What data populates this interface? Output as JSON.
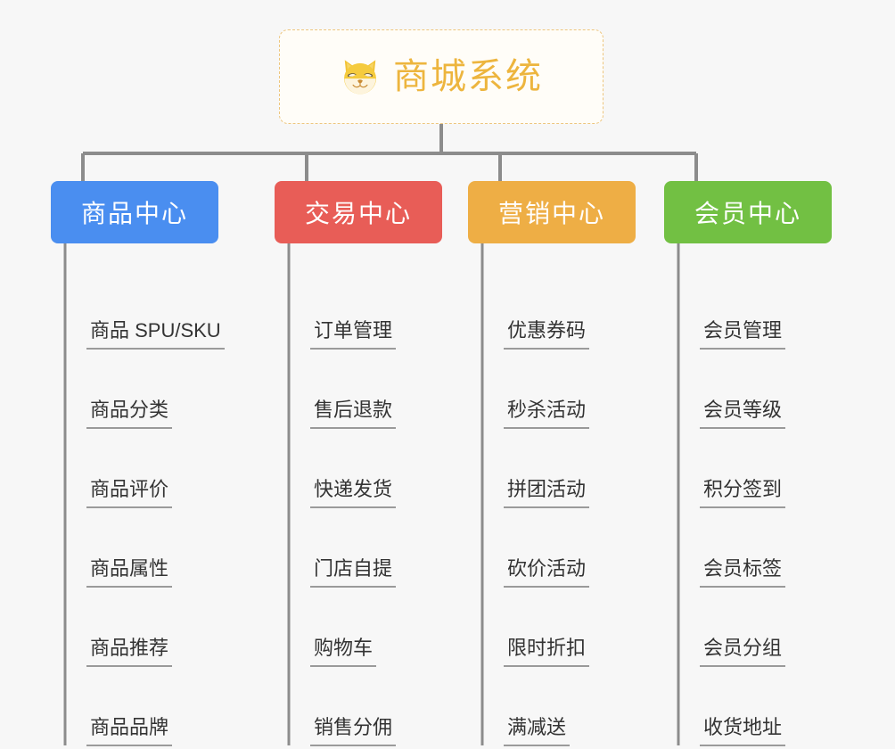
{
  "root": {
    "title": "商城系统",
    "icon": "shiba-dog-icon",
    "border_color": "#edc67e",
    "text_color": "#edb53e",
    "background": "#fffdf8"
  },
  "canvas": {
    "background": "#f7f7f7",
    "connector_color": "#8c8c8c",
    "leaf_rule_color": "#9a9a9a",
    "leaf_text_color": "#333333"
  },
  "categories": [
    {
      "label": "商品中心",
      "color": "#4a8ef0",
      "items": [
        "商品 SPU/SKU",
        "商品分类",
        "商品评价",
        "商品属性",
        "商品推荐",
        "商品品牌"
      ]
    },
    {
      "label": "交易中心",
      "color": "#e85d57",
      "items": [
        "订单管理",
        "售后退款",
        "快递发货",
        "门店自提",
        "购物车",
        "销售分佣"
      ]
    },
    {
      "label": "营销中心",
      "color": "#eeae45",
      "items": [
        "优惠券码",
        "秒杀活动",
        "拼团活动",
        "砍价活动",
        "限时折扣",
        "满减送"
      ]
    },
    {
      "label": "会员中心",
      "color": "#72c043",
      "items": [
        "会员管理",
        "会员等级",
        "积分签到",
        "会员标签",
        "会员分组",
        "收货地址"
      ]
    }
  ]
}
